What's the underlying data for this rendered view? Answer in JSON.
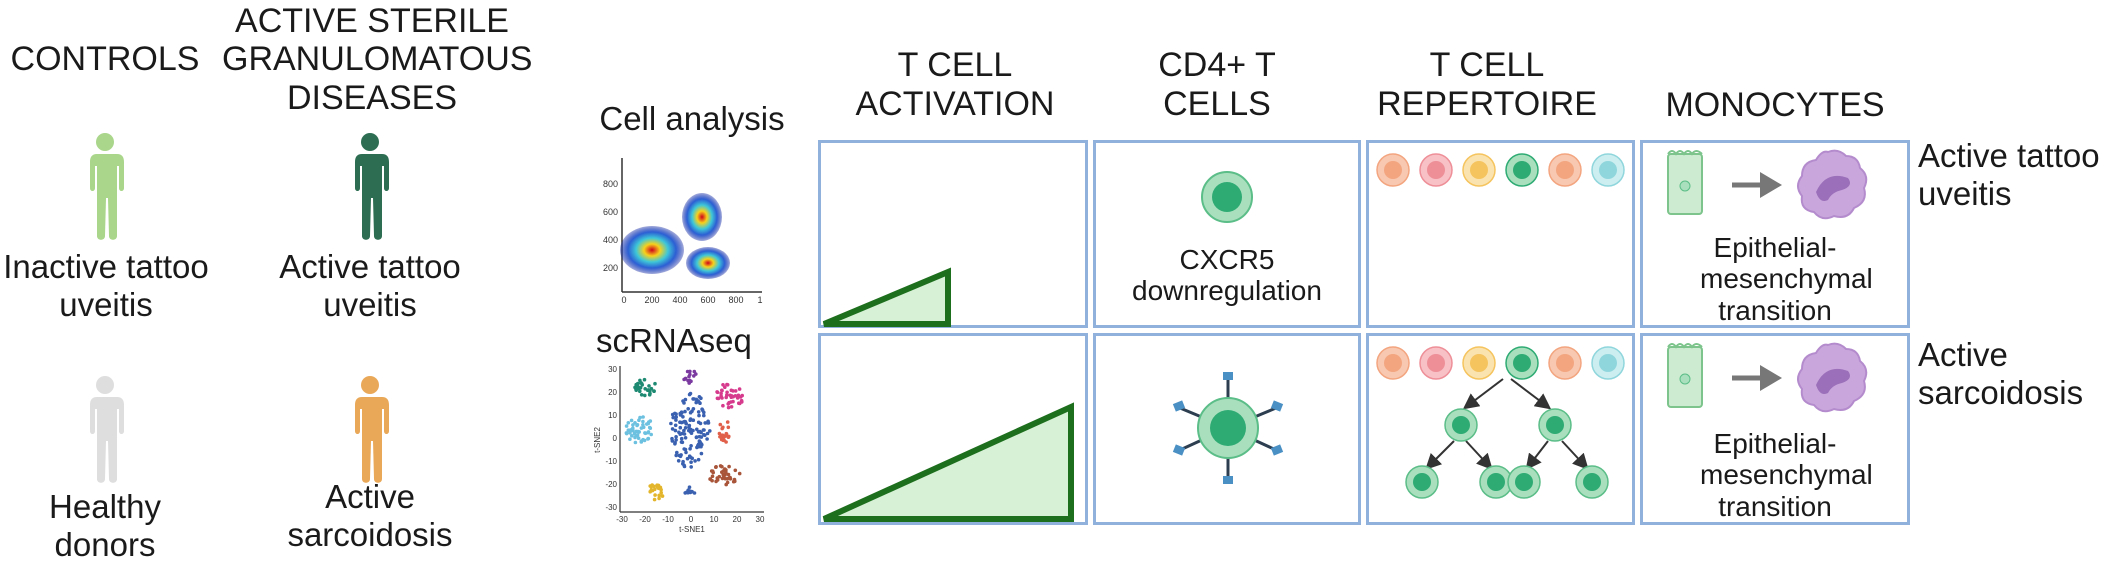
{
  "groups": {
    "controls_header": "CONTROLS",
    "active_header": "ACTIVE STERILE GRANULOMATOUS DISEASES",
    "controls": [
      {
        "label": "Inactive tattoo uveitis",
        "color": "#a9d68a"
      },
      {
        "label": "Healthy donors",
        "color": "#dedede"
      }
    ],
    "active": [
      {
        "label": "Active tattoo uveitis",
        "color": "#2d6e52"
      },
      {
        "label": "Active sarcoidosis",
        "color": "#e9a858"
      }
    ]
  },
  "methods": {
    "cell_analysis": "Cell analysis",
    "scrnaseq": "scRNAseq",
    "flow_axis_ticks_x": [
      "0",
      "200",
      "400",
      "600",
      "800",
      "1"
    ],
    "flow_axis_ticks_y": [
      "200",
      "400",
      "600",
      "800"
    ],
    "tsne_xlabel": "t-SNE1",
    "tsne_ylabel": "t-SNE2",
    "tsne_ticks_x": [
      "-30",
      "-20",
      "-10",
      "0",
      "10",
      "20",
      "30"
    ],
    "tsne_ticks_y": [
      "30",
      "20",
      "10",
      "0",
      "-10",
      "-20",
      "-30"
    ]
  },
  "columns": {
    "t_cell_activation": "T CELL ACTIVATION",
    "cd4_t_cells": "CD4+ T CELLS",
    "t_cell_repertoire": "T CELL REPERTOIRE",
    "monocytes": "MONOCYTES"
  },
  "rows": {
    "row1": "Active tattoo uveitis",
    "row2": "Active sarcoidosis"
  },
  "cells": {
    "cd4_row1_text": "CXCR5 downregulation",
    "mono_text": "Epithelial- mesenchymal transition"
  },
  "colors": {
    "panel_border": "#8fb1dc",
    "triangle_fill": "#d6f1d6",
    "triangle_stroke": "#1d6e1d",
    "cell_green": "#2eab73",
    "cell_green_outer": "#a9dfbd",
    "monocyte": "#c9a7dc"
  }
}
